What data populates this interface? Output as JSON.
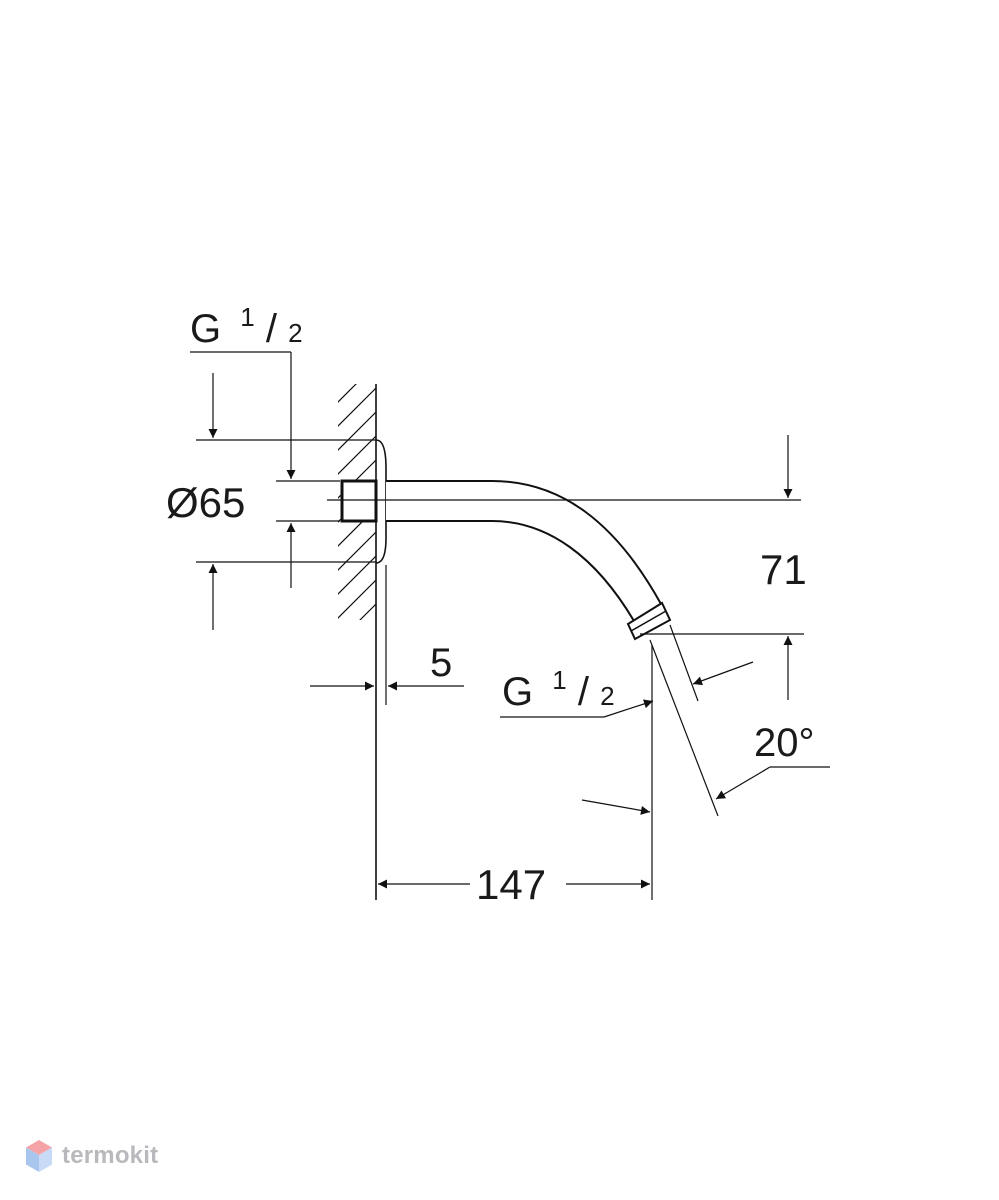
{
  "diagram": {
    "inlet_thread": {
      "main": "G",
      "sup": "1",
      "sep": "/",
      "sub": "2"
    },
    "outlet_thread": {
      "main": "G",
      "sup": "1",
      "sep": "/",
      "sub": "2"
    },
    "flange_diameter": "Ø65",
    "flange_offset": "5",
    "arm_projection": "147",
    "arm_drop": "71",
    "outlet_angle": "20°"
  },
  "watermark": {
    "text": "termokit"
  }
}
